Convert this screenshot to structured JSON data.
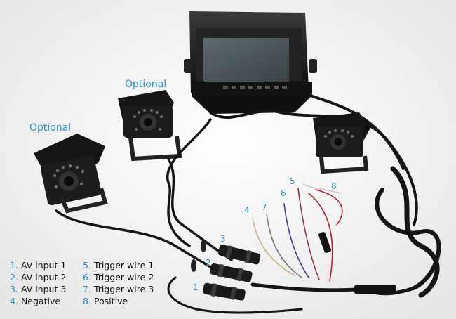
{
  "optional_labels": [
    "Optional",
    "Optional"
  ],
  "wire_numbers": [
    "1",
    "2",
    "3",
    "4",
    "5",
    "6",
    "7",
    "8"
  ],
  "legend": [
    {
      "num": "1.",
      "text": "AV input 1"
    },
    {
      "num": "5.",
      "text": "Trigger wire 1"
    },
    {
      "num": "2.",
      "text": "AV input 2"
    },
    {
      "num": "6.",
      "text": "Trigger wire 2"
    },
    {
      "num": "3.",
      "text": "AV input 3"
    },
    {
      "num": "7.",
      "text": "Trigger wire 3"
    },
    {
      "num": "4.",
      "text": "Negative"
    },
    {
      "num": "8.",
      "text": "Positive"
    }
  ],
  "colors": {
    "accent": "#2a8fc4",
    "equipment": "#1a1a1a",
    "background": "#f4f4f4"
  }
}
